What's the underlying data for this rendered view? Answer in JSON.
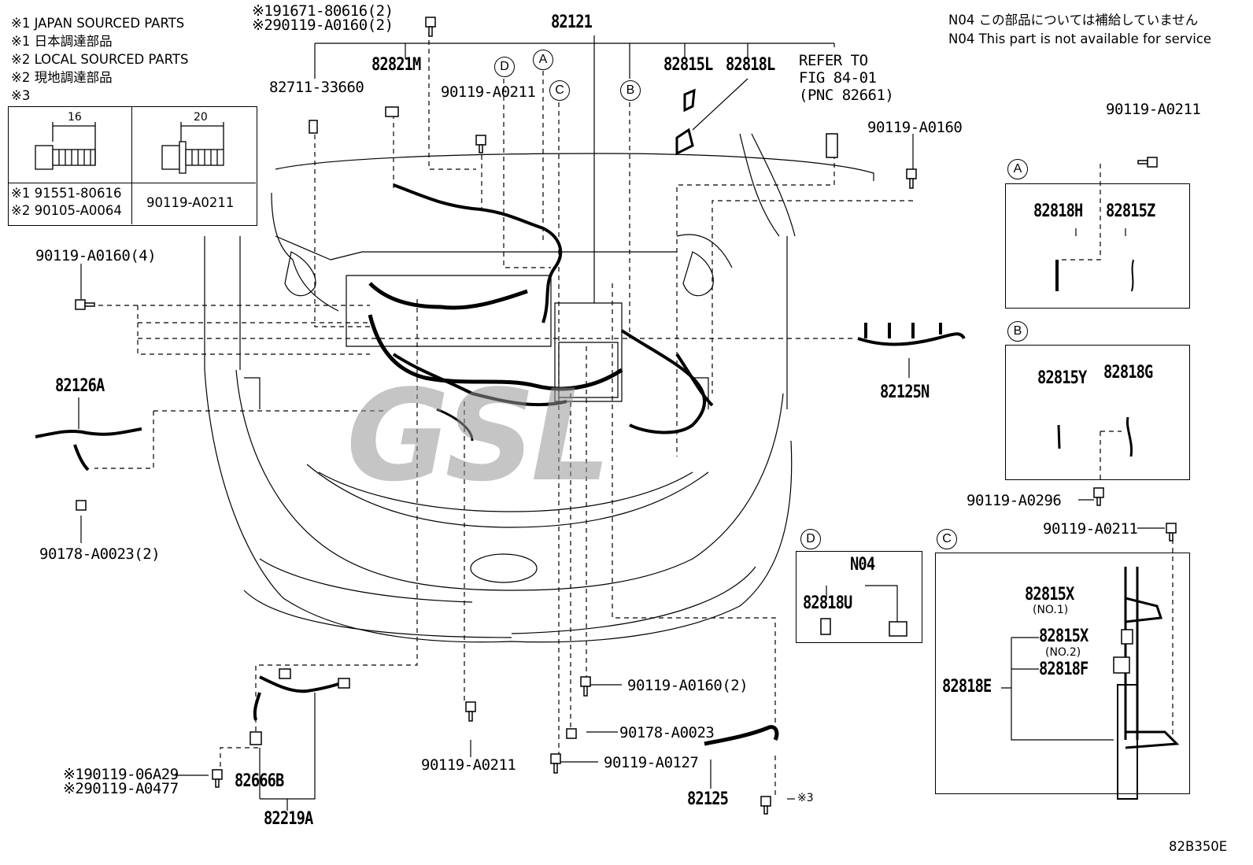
{
  "header": {
    "notes": [
      "※1 JAPAN SOURCED PARTS",
      "※1 日本調達部品",
      "※2 LOCAL SOURCED PARTS",
      "※2 現地調達部品",
      "※3"
    ],
    "service_note_jp": "N04 この部品については補給していません",
    "service_note_en": "N04 This part is not available for service"
  },
  "bolt_table": {
    "left_dim": "16",
    "right_dim": "20",
    "left_part_1": "※1 91551-80616",
    "left_part_2": "※2 90105-A0064",
    "right_part": "90119-A0211"
  },
  "labels": {
    "p82121": "82121",
    "p191671": "※191671-80616(2)",
    "p290119": "※290119-A0160(2)",
    "p82821M": "82821M",
    "p82711": "82711-33660",
    "p90119_0211_top": "90119-A0211",
    "p82815L": "82815L",
    "p82818L": "82818L",
    "refer1": "REFER TO",
    "refer2": "FIG 84-01",
    "refer3": "(PNC 82661)",
    "p90119_0160_r": "90119-A0160",
    "p90119_0160_4": "90119-A0160(4)",
    "p82126A": "82126A",
    "p90178_2": "90178-A0023(2)",
    "p82125N": "82125N",
    "p190119": "※190119-06A29",
    "p290119b": "※290119-A0477",
    "p82666B": "82666B",
    "p82219A": "82219A",
    "p90119_0211_b": "90119-A0211",
    "p90119_0160_2": "90119-A0160(2)",
    "p90178": "90178-A0023",
    "p90119_0127": "90119-A0127",
    "p82125": "82125",
    "p3": "※3",
    "code": "82B350E"
  },
  "callouts": {
    "A": "A",
    "B": "B",
    "C": "C",
    "D": "D"
  },
  "panel_a": {
    "top": "90119-A0211",
    "left": "82818H",
    "right": "82815Z"
  },
  "panel_b": {
    "left": "82815Y",
    "right": "82818G",
    "bottom": "90119-A0296"
  },
  "panel_c": {
    "top": "90119-A0211",
    "p1": "82815X",
    "p1n": "(NO.1)",
    "p2": "82815X",
    "p2n": "(NO.2)",
    "p3": "82818F",
    "p4": "82818E"
  },
  "panel_d": {
    "title": "N04",
    "part": "82818U"
  },
  "watermark": "GSL"
}
